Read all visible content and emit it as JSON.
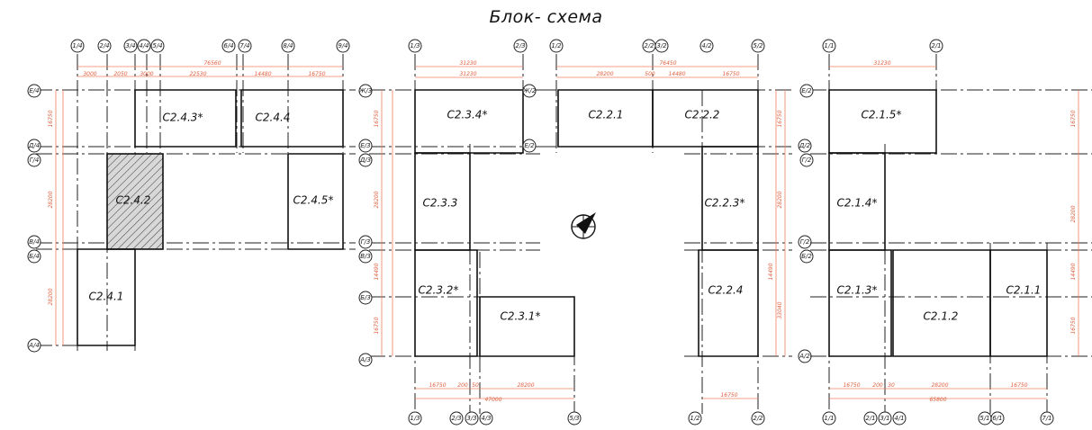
{
  "title": "Блок- схема",
  "sections": [
    {
      "id": "s4",
      "rooms": [
        "С2.4.3*",
        "С2.4.4",
        "С2.4.2",
        "С2.4.5*",
        "С2.4.1"
      ],
      "top_axes": [
        "1/4",
        "2/4",
        "3/4",
        "4/4",
        "5/4",
        "6/4",
        "7/4",
        "8/4",
        "9/4"
      ],
      "left_axes": [
        "Е/4",
        "Д/4",
        "Г/4",
        "В/4",
        "Б/4",
        "А/4"
      ],
      "top_dims": [
        "76560",
        "3000",
        "2050",
        "3000",
        "22530",
        "14480",
        "16750"
      ],
      "left_dims": [
        "16750",
        "28200",
        "28200"
      ]
    },
    {
      "id": "s3",
      "rooms": [
        "С2.3.4*",
        "С2.3.3",
        "С2.3.2*",
        "С2.3.1*"
      ],
      "top_axes": [
        "1/3",
        "2/3"
      ],
      "bottom_axes": [
        "1/3",
        "2/3",
        "3/3",
        "4/3",
        "5/3"
      ],
      "left_axes": [
        "Ж/3",
        "Е/3",
        "Д/3",
        "Г/3",
        "В/3",
        "Б/3",
        "А/3"
      ],
      "top_dims": [
        "31230",
        "31230"
      ],
      "bottom_dims": [
        "16750",
        "200",
        "50",
        "28200",
        "47000"
      ],
      "left_dims": [
        "16750",
        "28200",
        "14490",
        "16750"
      ]
    },
    {
      "id": "s2",
      "rooms": [
        "С2.2.1",
        "С2.2.2",
        "С2.2.3*",
        "С2.2.4"
      ],
      "top_axes": [
        "1/2",
        "2/2",
        "3/2",
        "4/2",
        "5/2"
      ],
      "bottom_axes": [
        "1/2",
        "2/2"
      ],
      "right_axes": [
        "Ж/2",
        "Е/2",
        "Д/2",
        "Г/2",
        "А/2"
      ],
      "top_dims": [
        "76450",
        "28200",
        "500",
        "14480",
        "16750"
      ],
      "bottom_dims": [
        "16750"
      ],
      "right_dims": [
        "16750",
        "28200",
        "14490",
        "33040"
      ]
    },
    {
      "id": "s1",
      "rooms": [
        "С2.1.5*",
        "С2.1.4*",
        "С2.1.3*",
        "С2.1.2",
        "С2.1.1"
      ],
      "top_axes": [
        "1/1",
        "2/1"
      ],
      "bottom_axes": [
        "1/1",
        "2/1",
        "3/1",
        "4/1",
        "5/1",
        "6/1"
      ],
      "left_axes": [
        "Д/2",
        "Г/2",
        "В/2",
        "Б/2"
      ],
      "top_dims": [
        "31230"
      ],
      "bottom_dims": [
        "16750",
        "200",
        "30",
        "28200",
        "16750",
        "65800"
      ],
      "right_dims": [
        "16750",
        "28200",
        "14490",
        "16750"
      ]
    }
  ],
  "north_icon": "north-arrow-icon"
}
